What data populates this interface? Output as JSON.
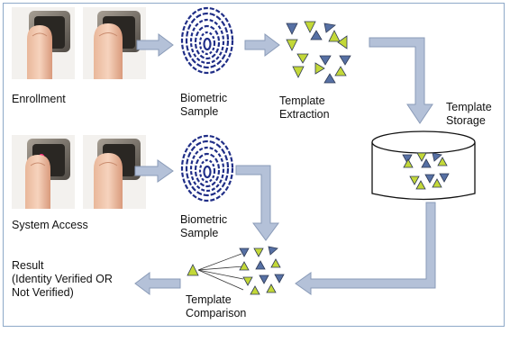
{
  "diagram": {
    "enrollment_label": "Enrollment",
    "system_access_label": "System Access",
    "biometric_sample_label_1": "Biometric\nSample",
    "biometric_sample_label_2": "Biometric\nSample",
    "template_extraction_label": "Template\nExtraction",
    "template_storage_label": "Template\nStorage",
    "template_comparison_label": "Template\nComparison",
    "result_label": "Result\n(Identity Verified OR\nNot Verified)"
  },
  "colors": {
    "arrow_fill": "#b4c1d8",
    "arrow_stroke": "#8a9bb8",
    "shape_green": "#c3d838",
    "shape_blue": "#5670a4",
    "shape_outline": "#2f3a55",
    "fingerprint": "#2d3ea0",
    "frame": "#8ea9c8"
  },
  "icons": {
    "finger_scanner": "finger-on-scanner-photo",
    "fingerprint": "fingerprint-icon",
    "template_shapes": "triangle-shapes",
    "database": "cylinder-storage-icon"
  }
}
